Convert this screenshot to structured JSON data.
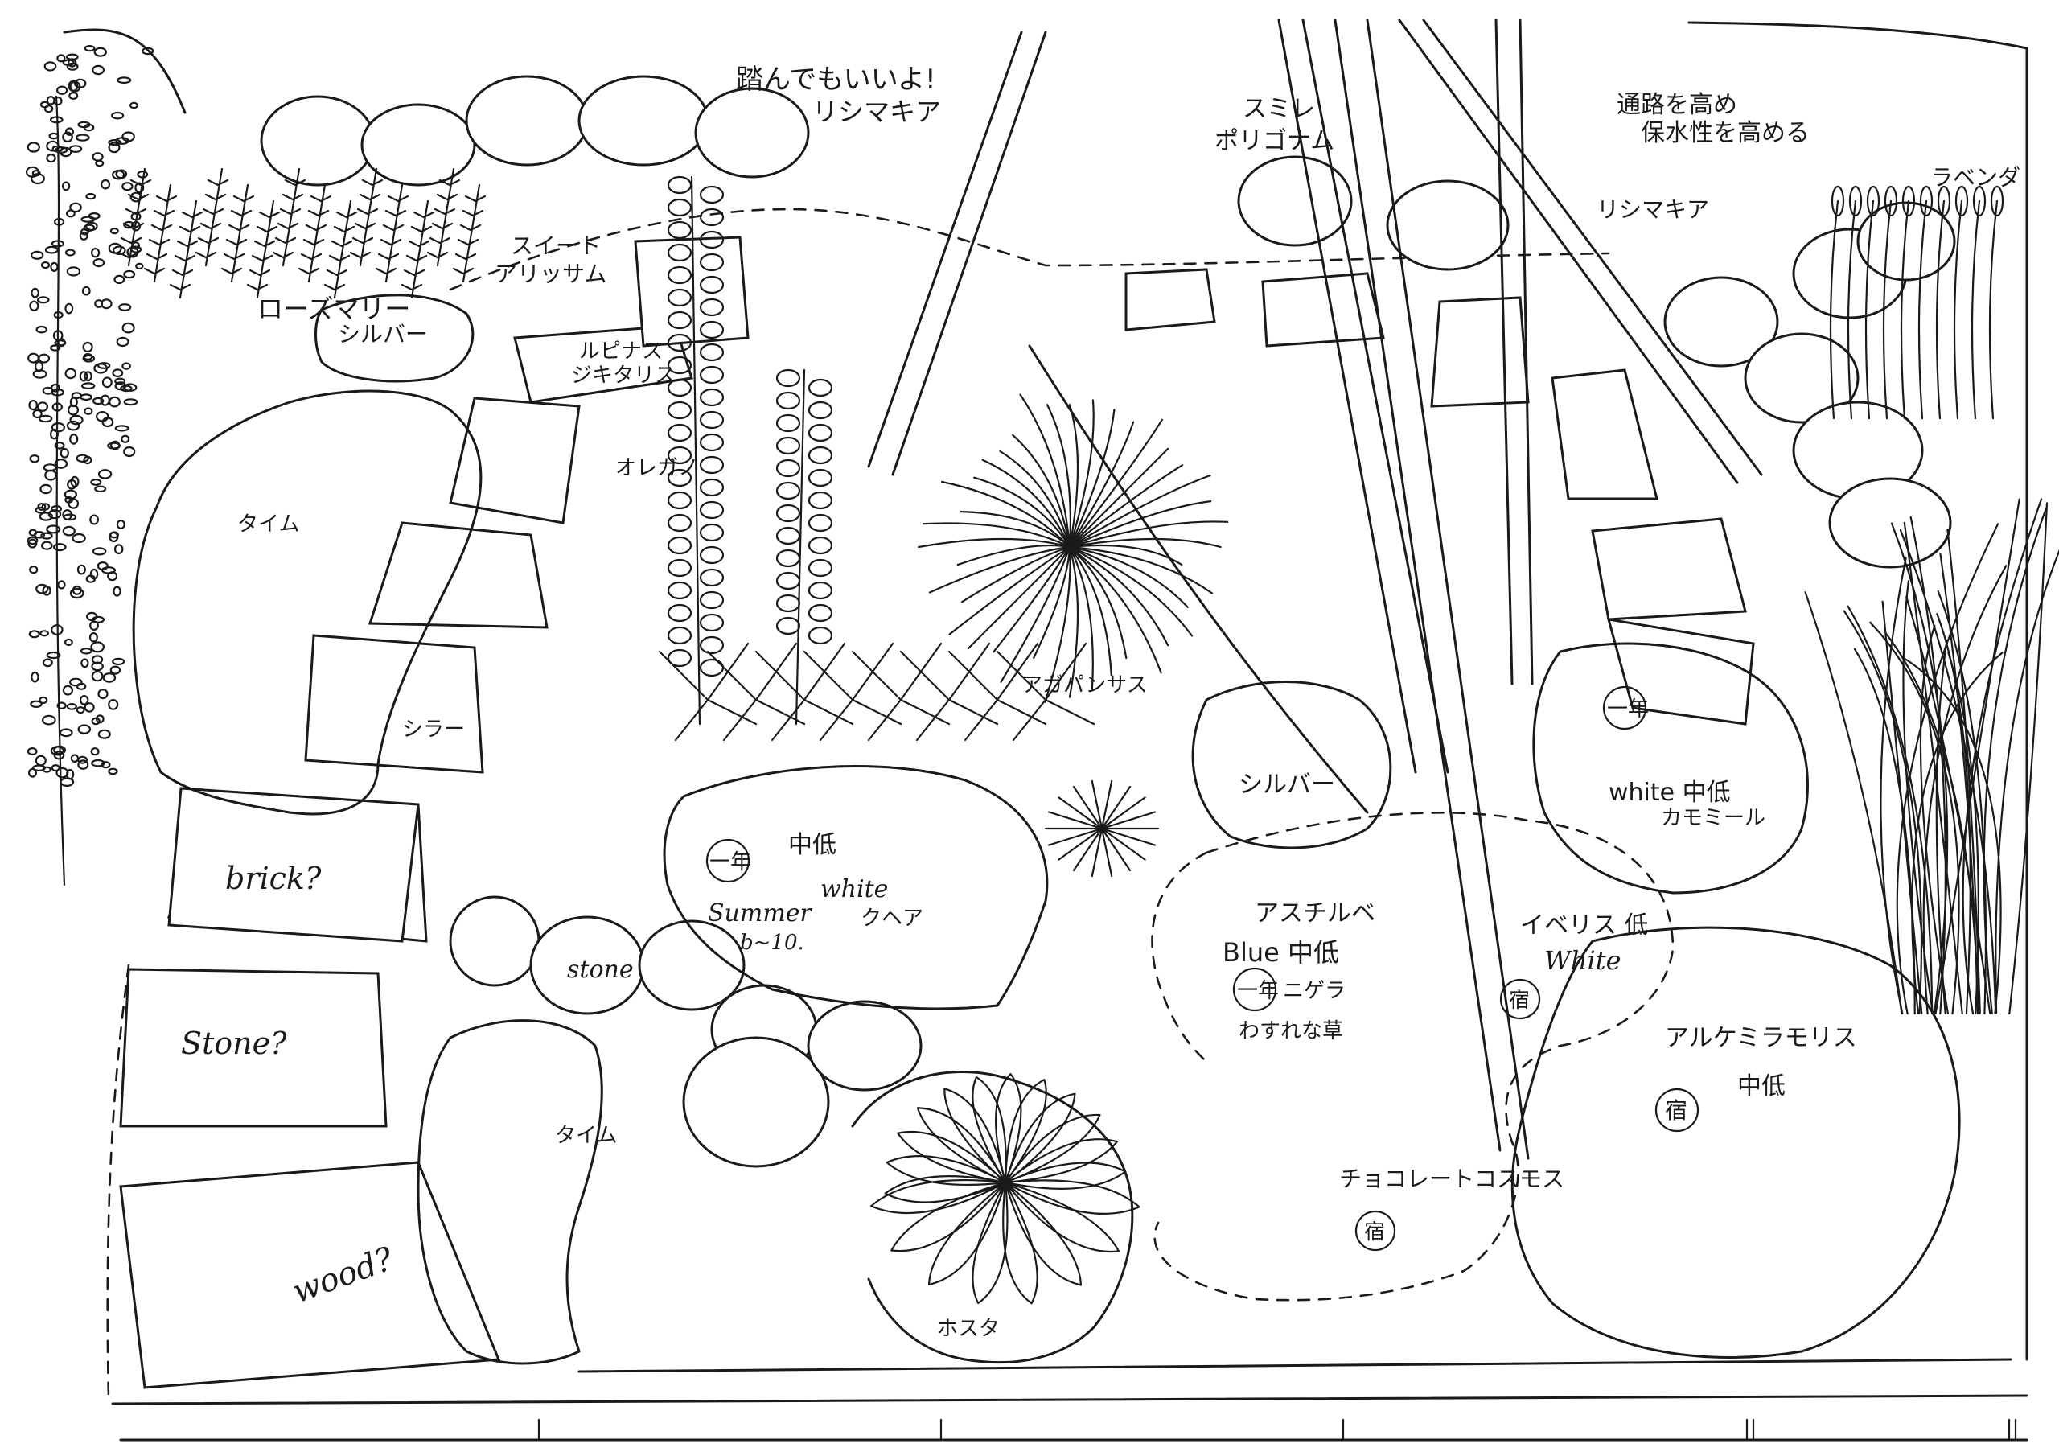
{
  "labels": {
    "fumi": "踏んでもいいよ!",
    "lysimachia_top": "リシマキア",
    "sumire": "スミレ",
    "polygonum": "ポリゴナム",
    "tsuro": "通路を高め",
    "hosui": "保水性を高める",
    "lysimachia_right": "リシマキア",
    "lavender": "ラベンダ",
    "sweet_alyssum_1": "スイート",
    "sweet_alyssum_2": "アリッサム",
    "rosemary": "ローズマリー",
    "silver_top": "シルバー",
    "lupinus": "ルピナス",
    "digitalis": "ジキタリス",
    "oregano": "オレガノ",
    "thyme_top": "タイム",
    "agapanthus": "アガパンサス",
    "shira": "シラー",
    "silver_mid": "シルバー",
    "nen_right": "一年",
    "white_chutei": "white 中低",
    "chamomile": "カモミール",
    "brick": "brick?",
    "nen_left": "一年",
    "chutei_left": "中低",
    "summer": "Summer",
    "white_left": "white",
    "bmo": "b~10.",
    "kuhea": "クヘア",
    "astilbe": "アスチルベ",
    "blue_chutei": "Blue 中低",
    "nen_mid": "一年",
    "nigella": "ニゲラ",
    "wasurenagusa": "わすれな草",
    "iberis": "イベリス 低",
    "white_iberis": "White",
    "yado_iberis": "宿",
    "stone_path": "Stone?",
    "stone_small": "stone",
    "alchemilla": "アルケミラモリス",
    "yado_alch": "宿",
    "chutei_alch": "中低",
    "thyme_bottom": "タイム",
    "chocolate_cosmos": "チョコレートコスモス",
    "yado_choco": "宿",
    "wood": "wood?",
    "hosta": "ホスタ"
  }
}
